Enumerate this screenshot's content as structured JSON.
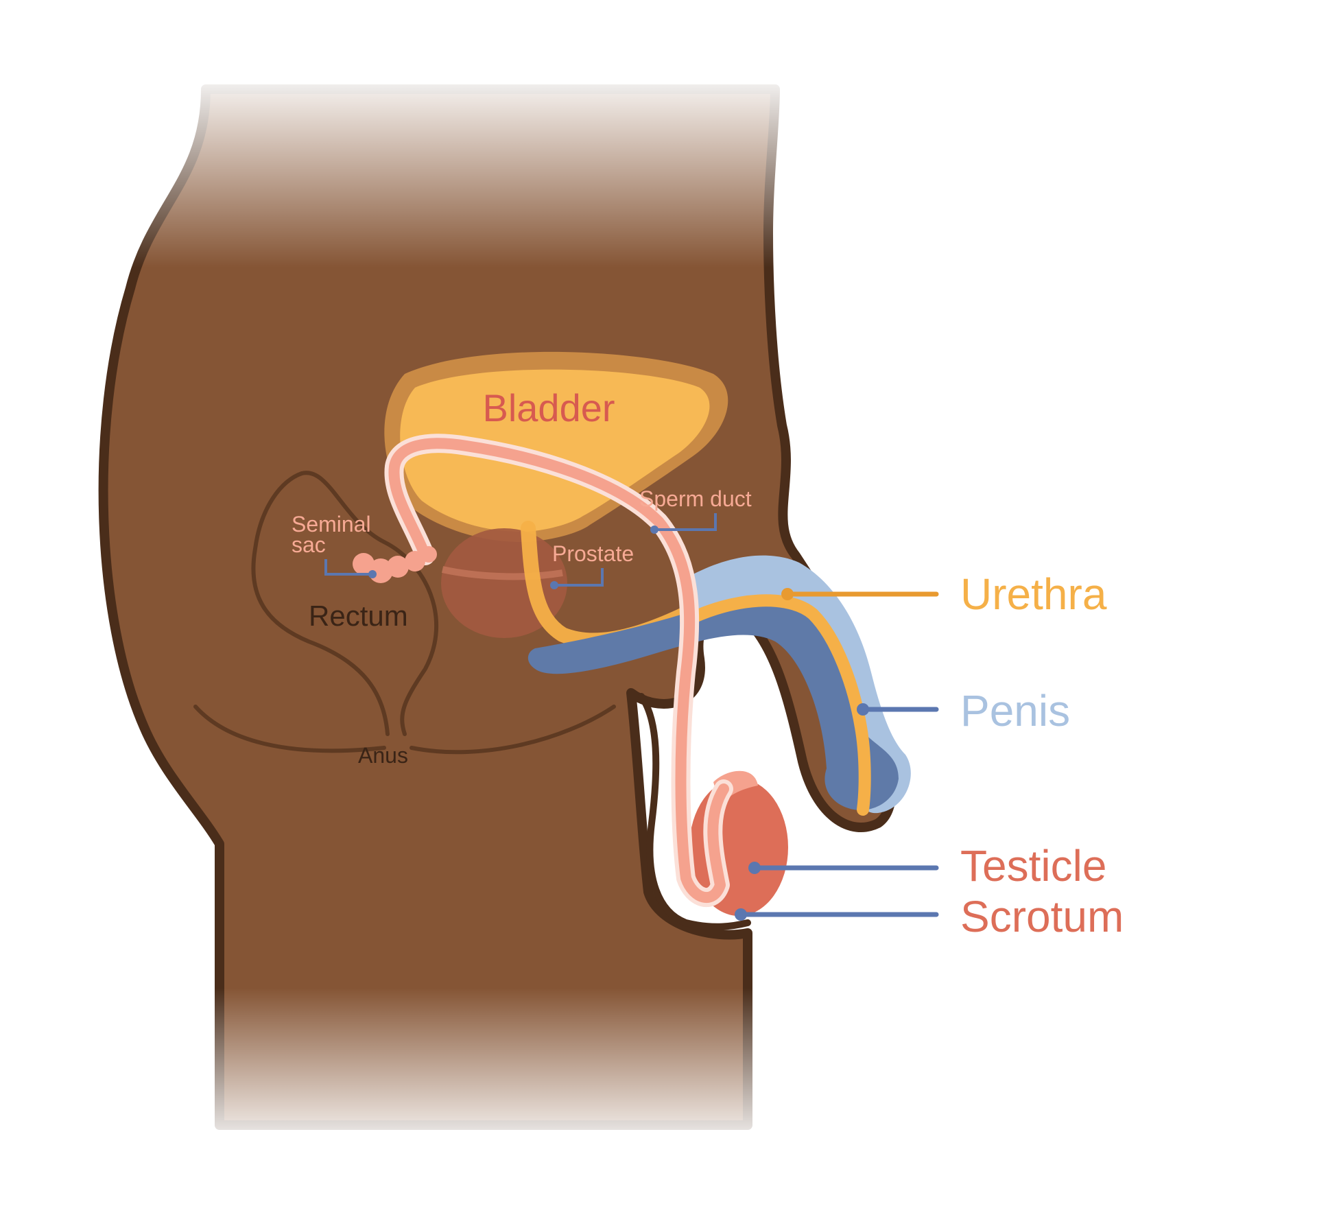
{
  "diagram": {
    "labels": {
      "bladder": "Bladder",
      "rectum": "Rectum",
      "anus": "Anus",
      "seminal_sac_line1": "Seminal",
      "seminal_sac_line2": "sac",
      "prostate": "Prostate",
      "sperm_duct": "Sperm duct",
      "urethra": "Urethra",
      "penis": "Penis",
      "testicle": "Testicle",
      "scrotum": "Scrotum"
    },
    "colors": {
      "skin": "#855535",
      "skin_outline": "#4a2d1a",
      "bladder": "#f7b955",
      "bladder_rim": "#c98a45",
      "bladder_text": "#d75a50",
      "duct": "#f5a28e",
      "duct_outline": "#fbe0d8",
      "prostate": "#a35a40",
      "penis_body": "#5f7aa8",
      "penis_outer": "#a9c2e0",
      "urethra": "#f5b048",
      "testicle": "#dd6e58",
      "leader": "#5b77b0",
      "urethra_text": "#f5b048",
      "penis_text": "#a9c2e0",
      "testicle_text": "#dd6e58",
      "dark_text": "#3a2416",
      "small_text": "#f7aa95"
    }
  }
}
